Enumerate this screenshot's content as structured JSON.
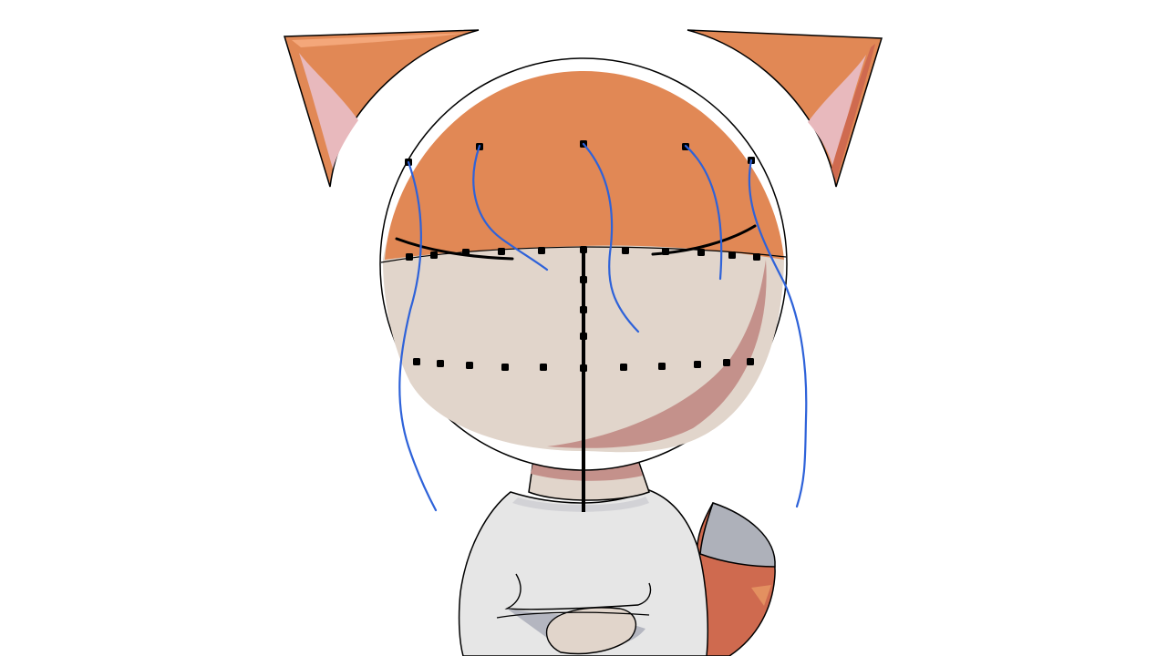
{
  "canvas": {
    "background_color": "#ffffff"
  },
  "character": {
    "colors": {
      "hair_orange": "#e18855",
      "ear_inner_pink": "#e8b9bd",
      "skin": "#e1d5cb",
      "skin_shadow": "#c4918b",
      "outline": "#000000",
      "shirt": "#e6e6e6",
      "shirt_shadow": "#b4b6c0",
      "tail_orange": "#cf6a4f",
      "tail_tip_gray": "#aeb1ba",
      "rig_line_blue": "#2e62d9",
      "rig_dot_black": "#000000"
    },
    "parts": [
      "left-ear",
      "right-ear",
      "head",
      "hair-bangs",
      "face",
      "neck",
      "shirt",
      "crossed-arms",
      "tail",
      "eyes",
      "guide-lines",
      "rig-strands"
    ]
  }
}
